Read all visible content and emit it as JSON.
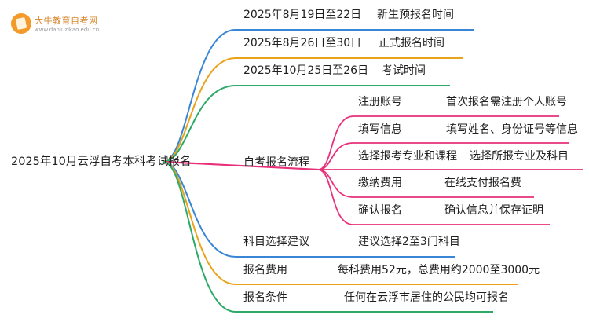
{
  "logo": {
    "name": "大牛教育自考网",
    "url": "www.daniuzikao.edu.cn"
  },
  "root": "2025年10月云浮自考本科考试报名",
  "branches": {
    "b1": {
      "label": "2025年8月19日至22日",
      "value": "新生预报名时间"
    },
    "b2": {
      "label": "2025年8月26日至30日",
      "value": "正式报名时间"
    },
    "b3": {
      "label": "2025年10月25日至26日",
      "value": "考试时间"
    },
    "flow": {
      "label": "自考报名流程",
      "steps": [
        {
          "label": "注册账号",
          "value": "首次报名需注册个人账号"
        },
        {
          "label": "填写信息",
          "value": "填写姓名、身份证号等信息"
        },
        {
          "label": "选择报考专业和课程",
          "value": "选择所报专业及科目"
        },
        {
          "label": "缴纳费用",
          "value": "在线支付报名费"
        },
        {
          "label": "确认报名",
          "value": "确认信息并保存证明"
        }
      ]
    },
    "b5": {
      "label": "科目选择建议",
      "value": "建议选择2至3门科目"
    },
    "b6": {
      "label": "报名费用",
      "value": "每科费用52元，总费用约2000至3000元"
    },
    "b7": {
      "label": "报名条件",
      "value": "任何在云浮市居住的公民均可报名"
    }
  },
  "colors": {
    "blue": "#3a86d6",
    "orange": "#e8a319",
    "green": "#2eaa68",
    "pink": "#e8317a"
  }
}
